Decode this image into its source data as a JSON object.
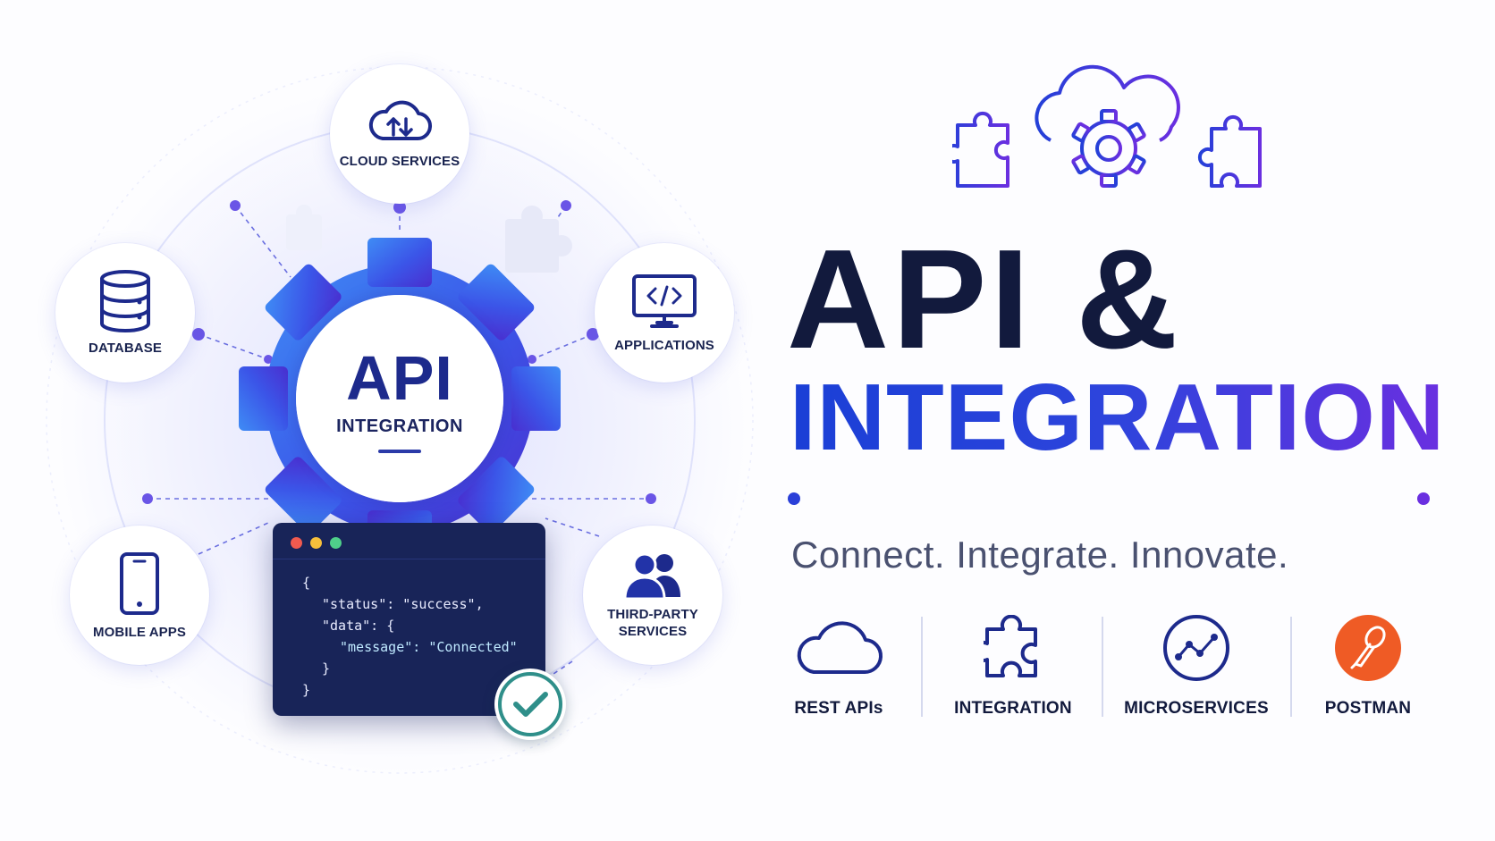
{
  "diagram": {
    "center": {
      "title": "API",
      "subtitle": "INTEGRATION"
    },
    "nodes": [
      {
        "id": "cloud-services",
        "label": "CLOUD SERVICES",
        "icon": "cloud-sync-icon"
      },
      {
        "id": "database",
        "label": "DATABASE",
        "icon": "database-icon"
      },
      {
        "id": "applications",
        "label": "APPLICATIONS",
        "icon": "code-monitor-icon"
      },
      {
        "id": "mobile-apps",
        "label": "MOBILE APPS",
        "icon": "smartphone-icon"
      },
      {
        "id": "third-party-services",
        "label": "THIRD-PARTY\nSERVICES",
        "icon": "users-icon"
      }
    ],
    "code_window": {
      "lines": [
        "{",
        "\"status\": \"success\",",
        "\"data\": {",
        "\"message\": \"Connected\"",
        "}",
        "}"
      ],
      "status_icon": "check-icon"
    }
  },
  "headline": {
    "line1": "API &",
    "line2": "INTEGRATION"
  },
  "tagline": "Connect. Integrate. Innovate.",
  "features": [
    {
      "label": "REST APIs",
      "icon": "cloud-icon"
    },
    {
      "label": "INTEGRATION",
      "icon": "puzzle-icon"
    },
    {
      "label": "MICROSERVICES",
      "icon": "network-chart-icon"
    },
    {
      "label": "POSTMAN",
      "icon": "postman-logo-icon"
    }
  ],
  "colors": {
    "navy": "#121a3d",
    "primary_blue": "#2e44dc",
    "violet": "#6a2fe0",
    "code_bg": "#182458",
    "postman_orange": "#ef5b25",
    "check_teal": "#2f8f8a"
  }
}
